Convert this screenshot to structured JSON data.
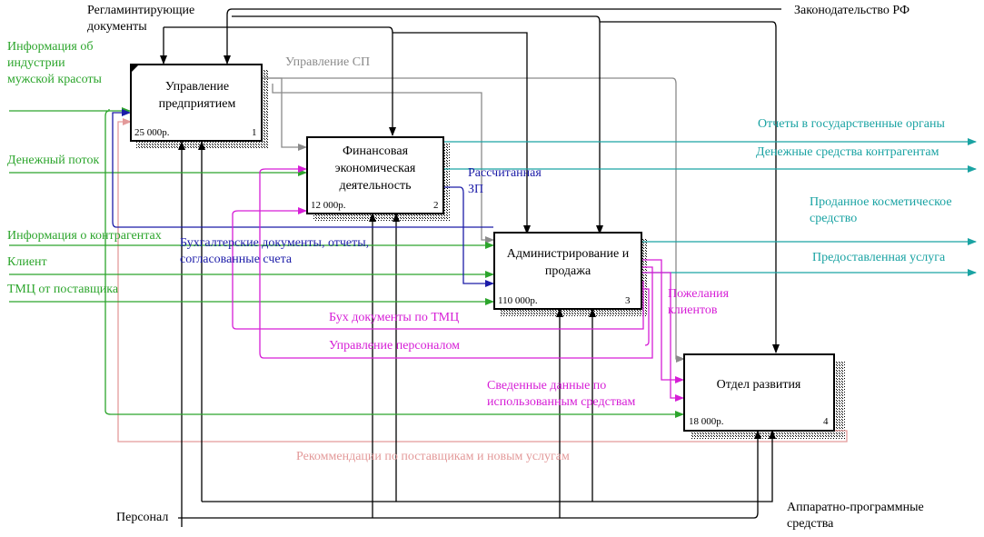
{
  "boxes": [
    {
      "title": "Управление предприятием",
      "cost": "25 000р.",
      "num": "1"
    },
    {
      "title": "Финансовая экономическая деятельность",
      "cost": "12 000р.",
      "num": "2"
    },
    {
      "title": "Администрирование и продажа",
      "cost": "110 000р.",
      "num": "3"
    },
    {
      "title": "Отдел развития",
      "cost": "18 000р.",
      "num": "4"
    }
  ],
  "controls": {
    "regulations": "Регламинтирующие документы",
    "law": "Законодательство РФ"
  },
  "inputs": {
    "industry_info": "Информация об индустрии мужской красоты",
    "money_flow": "Денежный поток",
    "counterparty_info": "Информация о контрагентах",
    "client": "Клиент",
    "goods_from_supplier": "ТМЦ от поставщика"
  },
  "outputs": {
    "gov_reports": "Отчеты в государственные органы",
    "counterparty_funds": "Денежные средства контрагентам",
    "sold_cosmetics": "Проданное косметическое средство",
    "service_provided": "Предоставленная услуга"
  },
  "internal": {
    "sp_management": "Управление СП",
    "calculated_salary": "Рассчитанная ЗП",
    "accounting_docs": "Бухгалтерские документы, отчеты, согласованные счета",
    "goods_docs": "Бух документы по ТМЦ",
    "staff_management": "Управление персоналом",
    "client_wishes": "Пожелания клиентов",
    "usage_summary": "Сведенные данные по использованным средствам",
    "recommendations": "Рекоммендации по поставщикам и новым услугам"
  },
  "mechanisms": {
    "staff": "Персонал",
    "hardware_software": "Аппаратно-программные средства"
  },
  "colors": {
    "control": "#000000",
    "input": "#2ca52c",
    "output": "#1aa3a3",
    "salary": "#1c1ca8",
    "feedback": "#d61ed6",
    "sp": "#8a8a8a",
    "recommend": "#e39a9a"
  }
}
